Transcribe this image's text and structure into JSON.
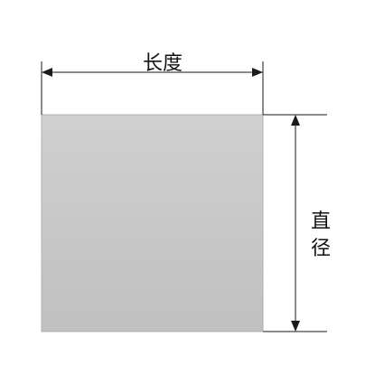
{
  "labels": {
    "length": "长度",
    "diameter_top": "直",
    "diameter_bottom": "径"
  },
  "colors": {
    "line": "#1a1a1a",
    "fill_top": "#d0d0d0",
    "fill_bottom": "#c0c0c0",
    "edge": "#b0b0b0"
  }
}
